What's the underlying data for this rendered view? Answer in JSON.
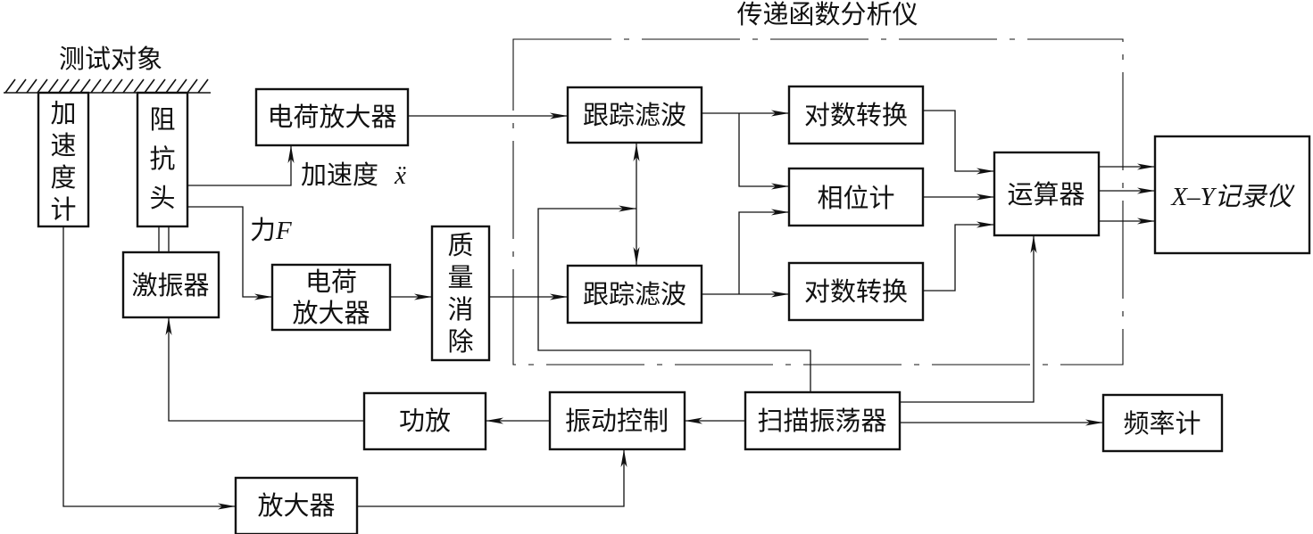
{
  "analyzer_title": "传递函数分析仪",
  "test_object": "测试对象",
  "blocks": {
    "accelerometer": [
      "加",
      "速",
      "度",
      "计"
    ],
    "impedance_head": [
      "阻",
      "抗",
      "头"
    ],
    "exciter": "激振器",
    "charge_amp_top": "电荷放大器",
    "charge_amp_mid": [
      "电荷",
      "放大器"
    ],
    "mass_cancel": [
      "质",
      "量",
      "消",
      "除"
    ],
    "track_filter_top": "跟踪滤波",
    "track_filter_bottom": "跟踪滤波",
    "log_convert_top": "对数转换",
    "phase_meter": "相位计",
    "log_convert_bottom": "对数转换",
    "calculator": "运算器",
    "xy_recorder": "X–Y记录仪",
    "power_amp": "功放",
    "vibration_control": "振动控制",
    "sweep_oscillator": "扫描振荡器",
    "frequency_meter": "频率计",
    "amplifier": "放大器"
  },
  "signals": {
    "acceleration": "加速度",
    "acceleration_symbol": "ẍ",
    "force": "力",
    "force_symbol": "F"
  }
}
